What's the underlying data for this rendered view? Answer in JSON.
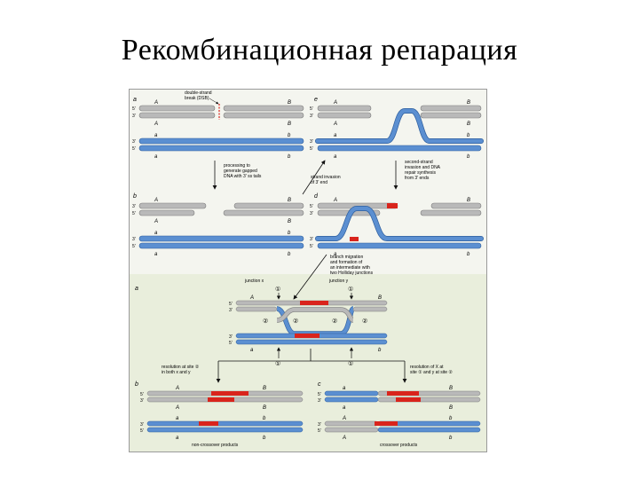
{
  "slide": {
    "title": "Рекомбинационная репарация"
  },
  "figure": {
    "colors": {
      "grey_strand": "#b9b9b9",
      "blue_strand": "#5b8fd1",
      "red_segment": "#d9241c",
      "lower_panel_bg": "#e9eedc",
      "upper_panel_bg": "#f4f5ef"
    },
    "panel_labels": [
      "a",
      "e",
      "b",
      "d",
      "a",
      "b",
      "c"
    ],
    "strand_end_labels": {
      "five_prime": "5'",
      "three_prime": "3'"
    },
    "allele_labels": {
      "A": "A",
      "B": "B",
      "a": "a",
      "b": "b"
    },
    "callouts": {
      "dsb": [
        "double-strand",
        "break (DSB)"
      ],
      "processing": [
        "processing to",
        "generate gapped",
        "DNA with 3' ss tails"
      ],
      "strand_invasion": [
        "strand invasion",
        "of 3' end"
      ],
      "second_strand": [
        "second-strand",
        "invasion and DNA",
        "repair synthesis",
        "from 3' ends"
      ],
      "branch_migration": [
        "branch migration",
        "and formation of",
        "an intermediate with",
        "two Holliday junctions"
      ],
      "resolution_left": [
        "resolution at site ②",
        "in both x and y"
      ],
      "resolution_right": [
        "resolution of X at",
        "site ① and y at site ②"
      ]
    },
    "junction_labels": {
      "x": "junction x",
      "y": "junction y"
    },
    "site_labels": {
      "one": "①",
      "two": "②"
    },
    "product_labels": {
      "non_crossover": "non-crossover products",
      "crossover": "crossover products"
    }
  }
}
